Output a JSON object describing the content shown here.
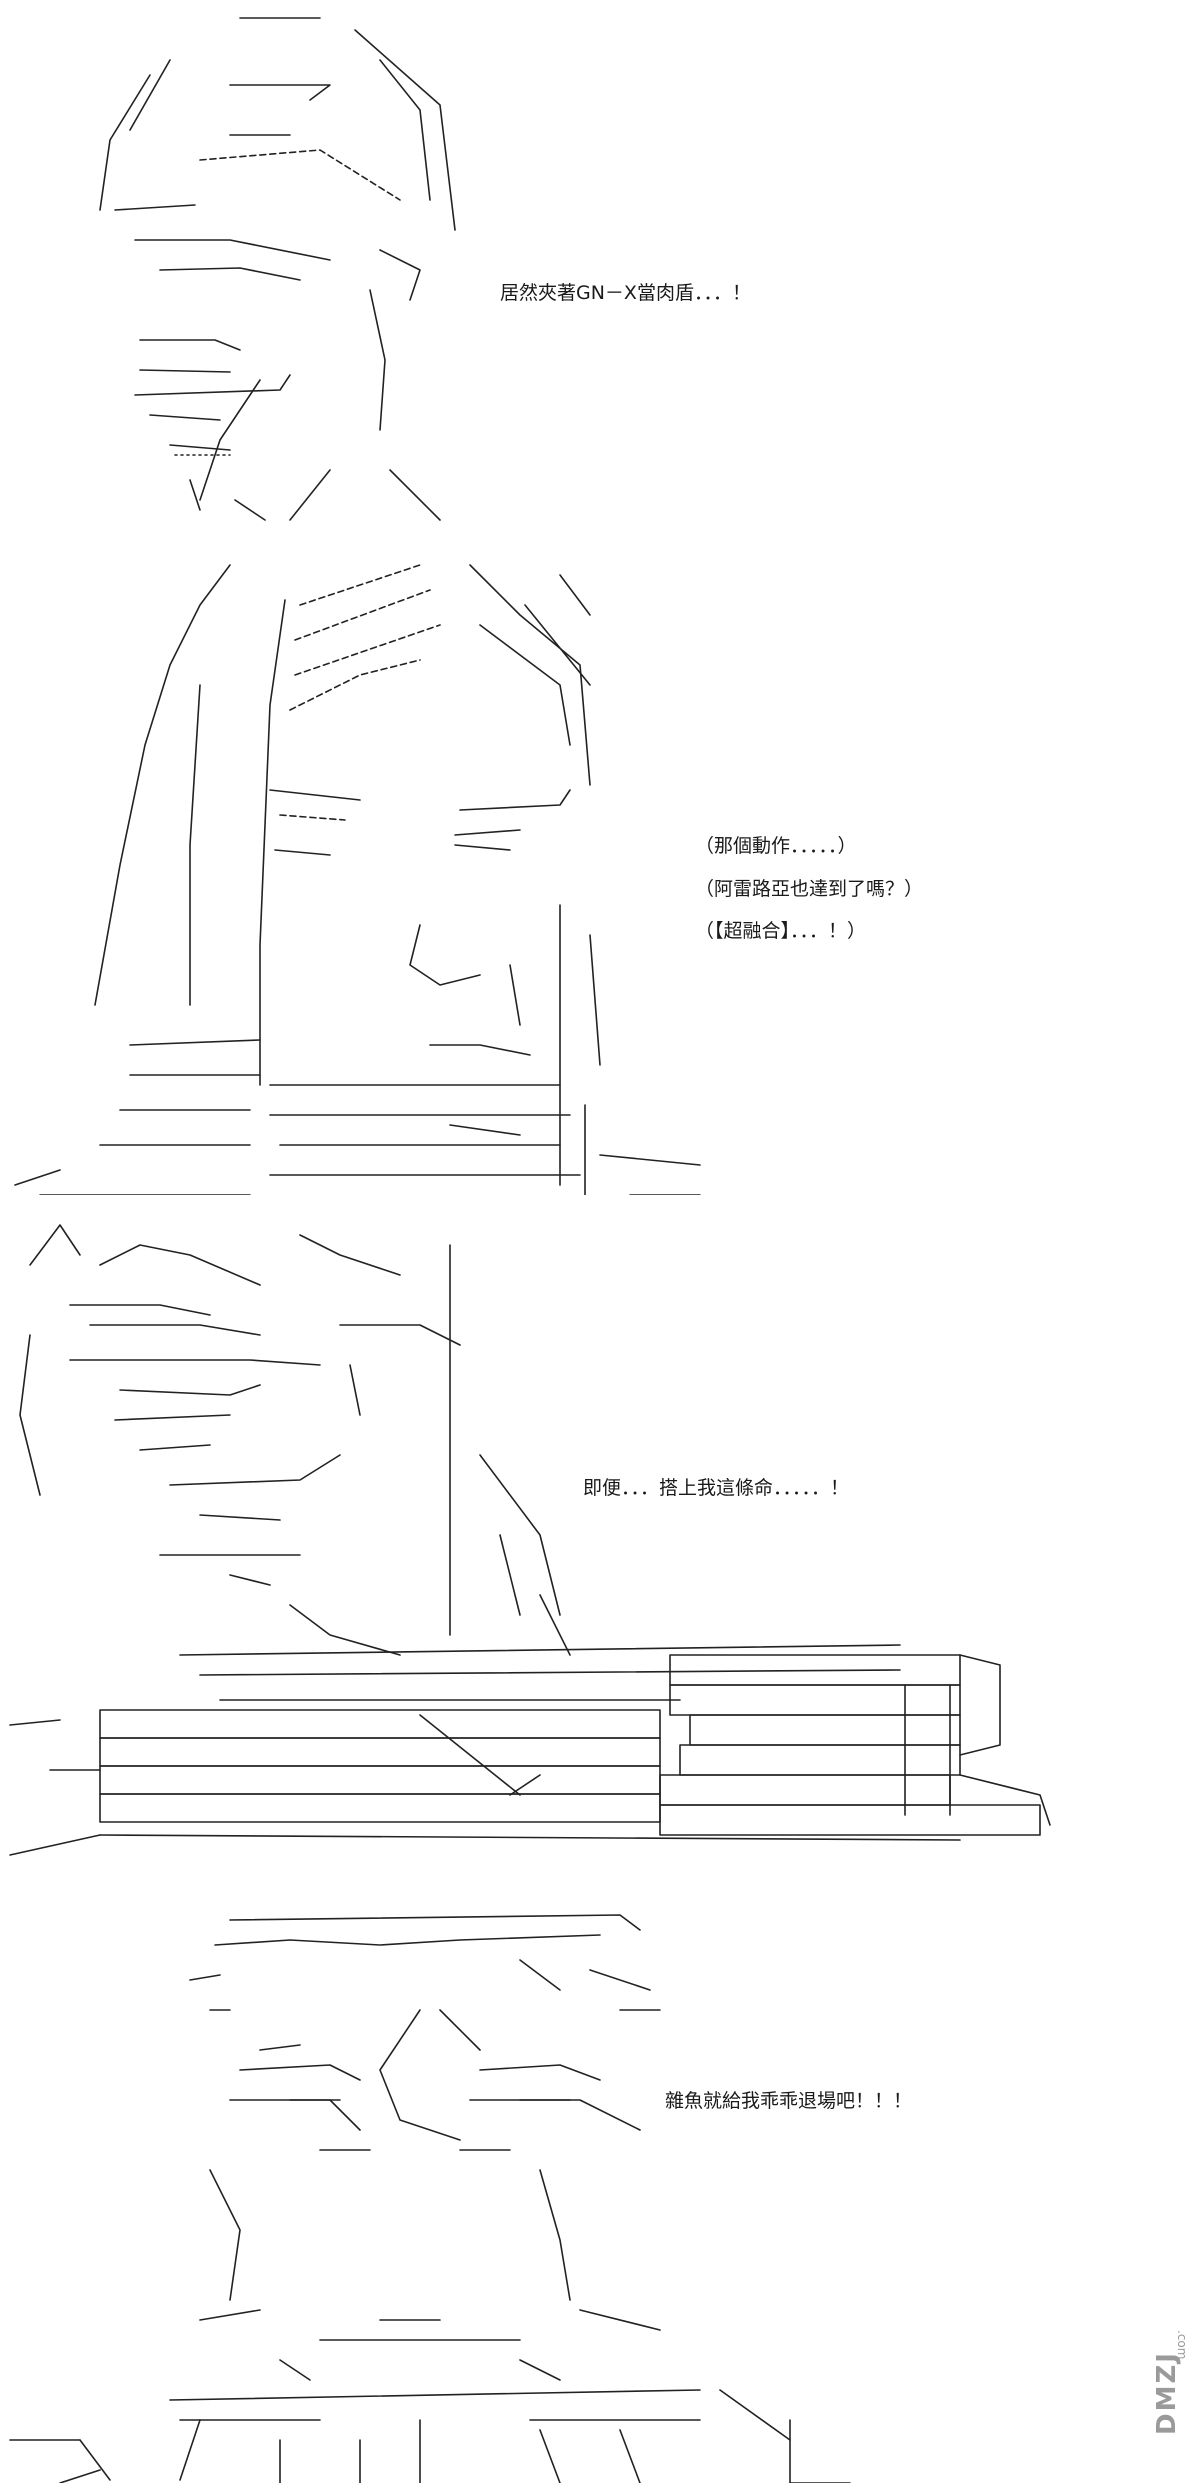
{
  "panels": [
    {
      "dialog": [
        "居然夾著GN－X當肉盾．．．！"
      ]
    },
    {
      "dialog": [
        "（那個動作．．．．．）",
        "（阿雷路亞也達到了嗎？）",
        "（【超融合】．．．！）"
      ]
    },
    {
      "dialog": [
        "即便．．．搭上我這條命．．．．．！"
      ]
    },
    {
      "dialog": [
        "雜魚就給我乖乖退場吧！！！"
      ]
    }
  ],
  "watermark": {
    "logo": "DMZJ",
    "domain": ".com"
  }
}
